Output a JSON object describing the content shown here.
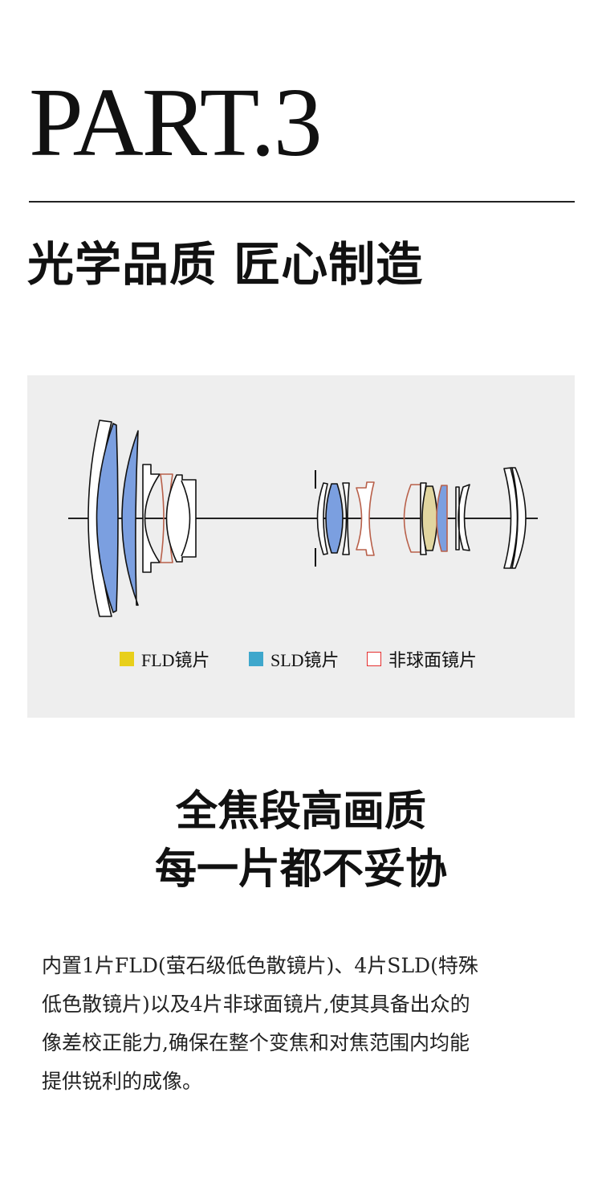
{
  "header": {
    "part_title": "PART.3",
    "heading": "光学品质 匠心制造"
  },
  "diagram": {
    "legend": [
      {
        "label": "FLD镜片",
        "color": "#e8cf1a",
        "style": "filled"
      },
      {
        "label": "SLD镜片",
        "color": "#3ea7cc",
        "style": "filled"
      },
      {
        "label": "非球面镜片",
        "color": "#e53030",
        "style": "outline"
      }
    ],
    "colors": {
      "sld_fill": "#7b9fe0",
      "fld_fill": "#e2d6a0",
      "aspherical_stroke": "#b8604a",
      "lens_stroke": "#111111",
      "panel_bg": "#eeeeee"
    }
  },
  "subheading": {
    "line1": "全焦段高画质",
    "line2": "每一片都不妥协"
  },
  "description": {
    "lines": [
      "内置1片FLD(萤石级低色散镜片)、4片SLD(特殊",
      "低色散镜片)以及4片非球面镜片,使其具备出众的",
      "像差校正能力,确保在整个变焦和对焦范围内均能",
      "提供锐利的成像。"
    ]
  }
}
